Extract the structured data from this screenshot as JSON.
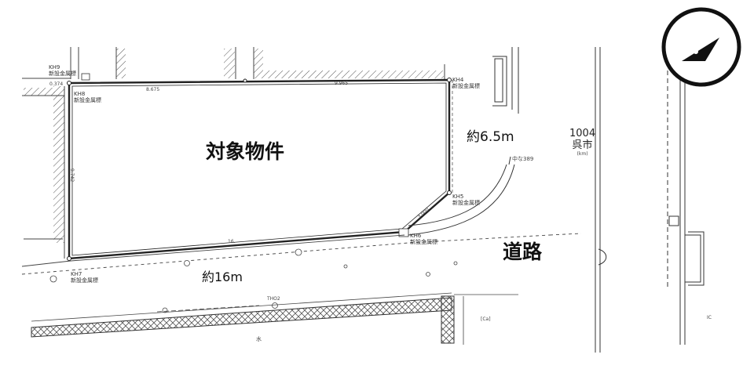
{
  "labels": {
    "property": "対象物件",
    "road": "道路",
    "width_measure": "約6.5m",
    "length_measure": "約16m"
  },
  "markers": {
    "kh4": {
      "id": "KH4",
      "note": "新設金属標"
    },
    "kh5": {
      "id": "KH5",
      "note": "新設金属標"
    },
    "kh6": {
      "id": "KH6",
      "note": "新設金属標"
    },
    "kh7": {
      "id": "KH7",
      "note": "新設金属標"
    },
    "kh8": {
      "id": "KH8",
      "note": "新設金属標"
    },
    "kh9": {
      "id": "KH9",
      "note": "新設金属標"
    }
  },
  "dimensions": {
    "top_left": "8.675",
    "top_right": "9.965",
    "left_side": "9.742",
    "bottom": "16.",
    "corner": "3.000",
    "small_left": "0.374"
  },
  "route": {
    "number": "1004",
    "name": "呉市",
    "sub": "(km)"
  },
  "misc": {
    "curve_label": "中な389",
    "tho2": "THO2",
    "water": "水",
    "ka_left": "[Ca]",
    "ic": "IC"
  },
  "compass": {
    "icon": "north-arrow-icon"
  }
}
